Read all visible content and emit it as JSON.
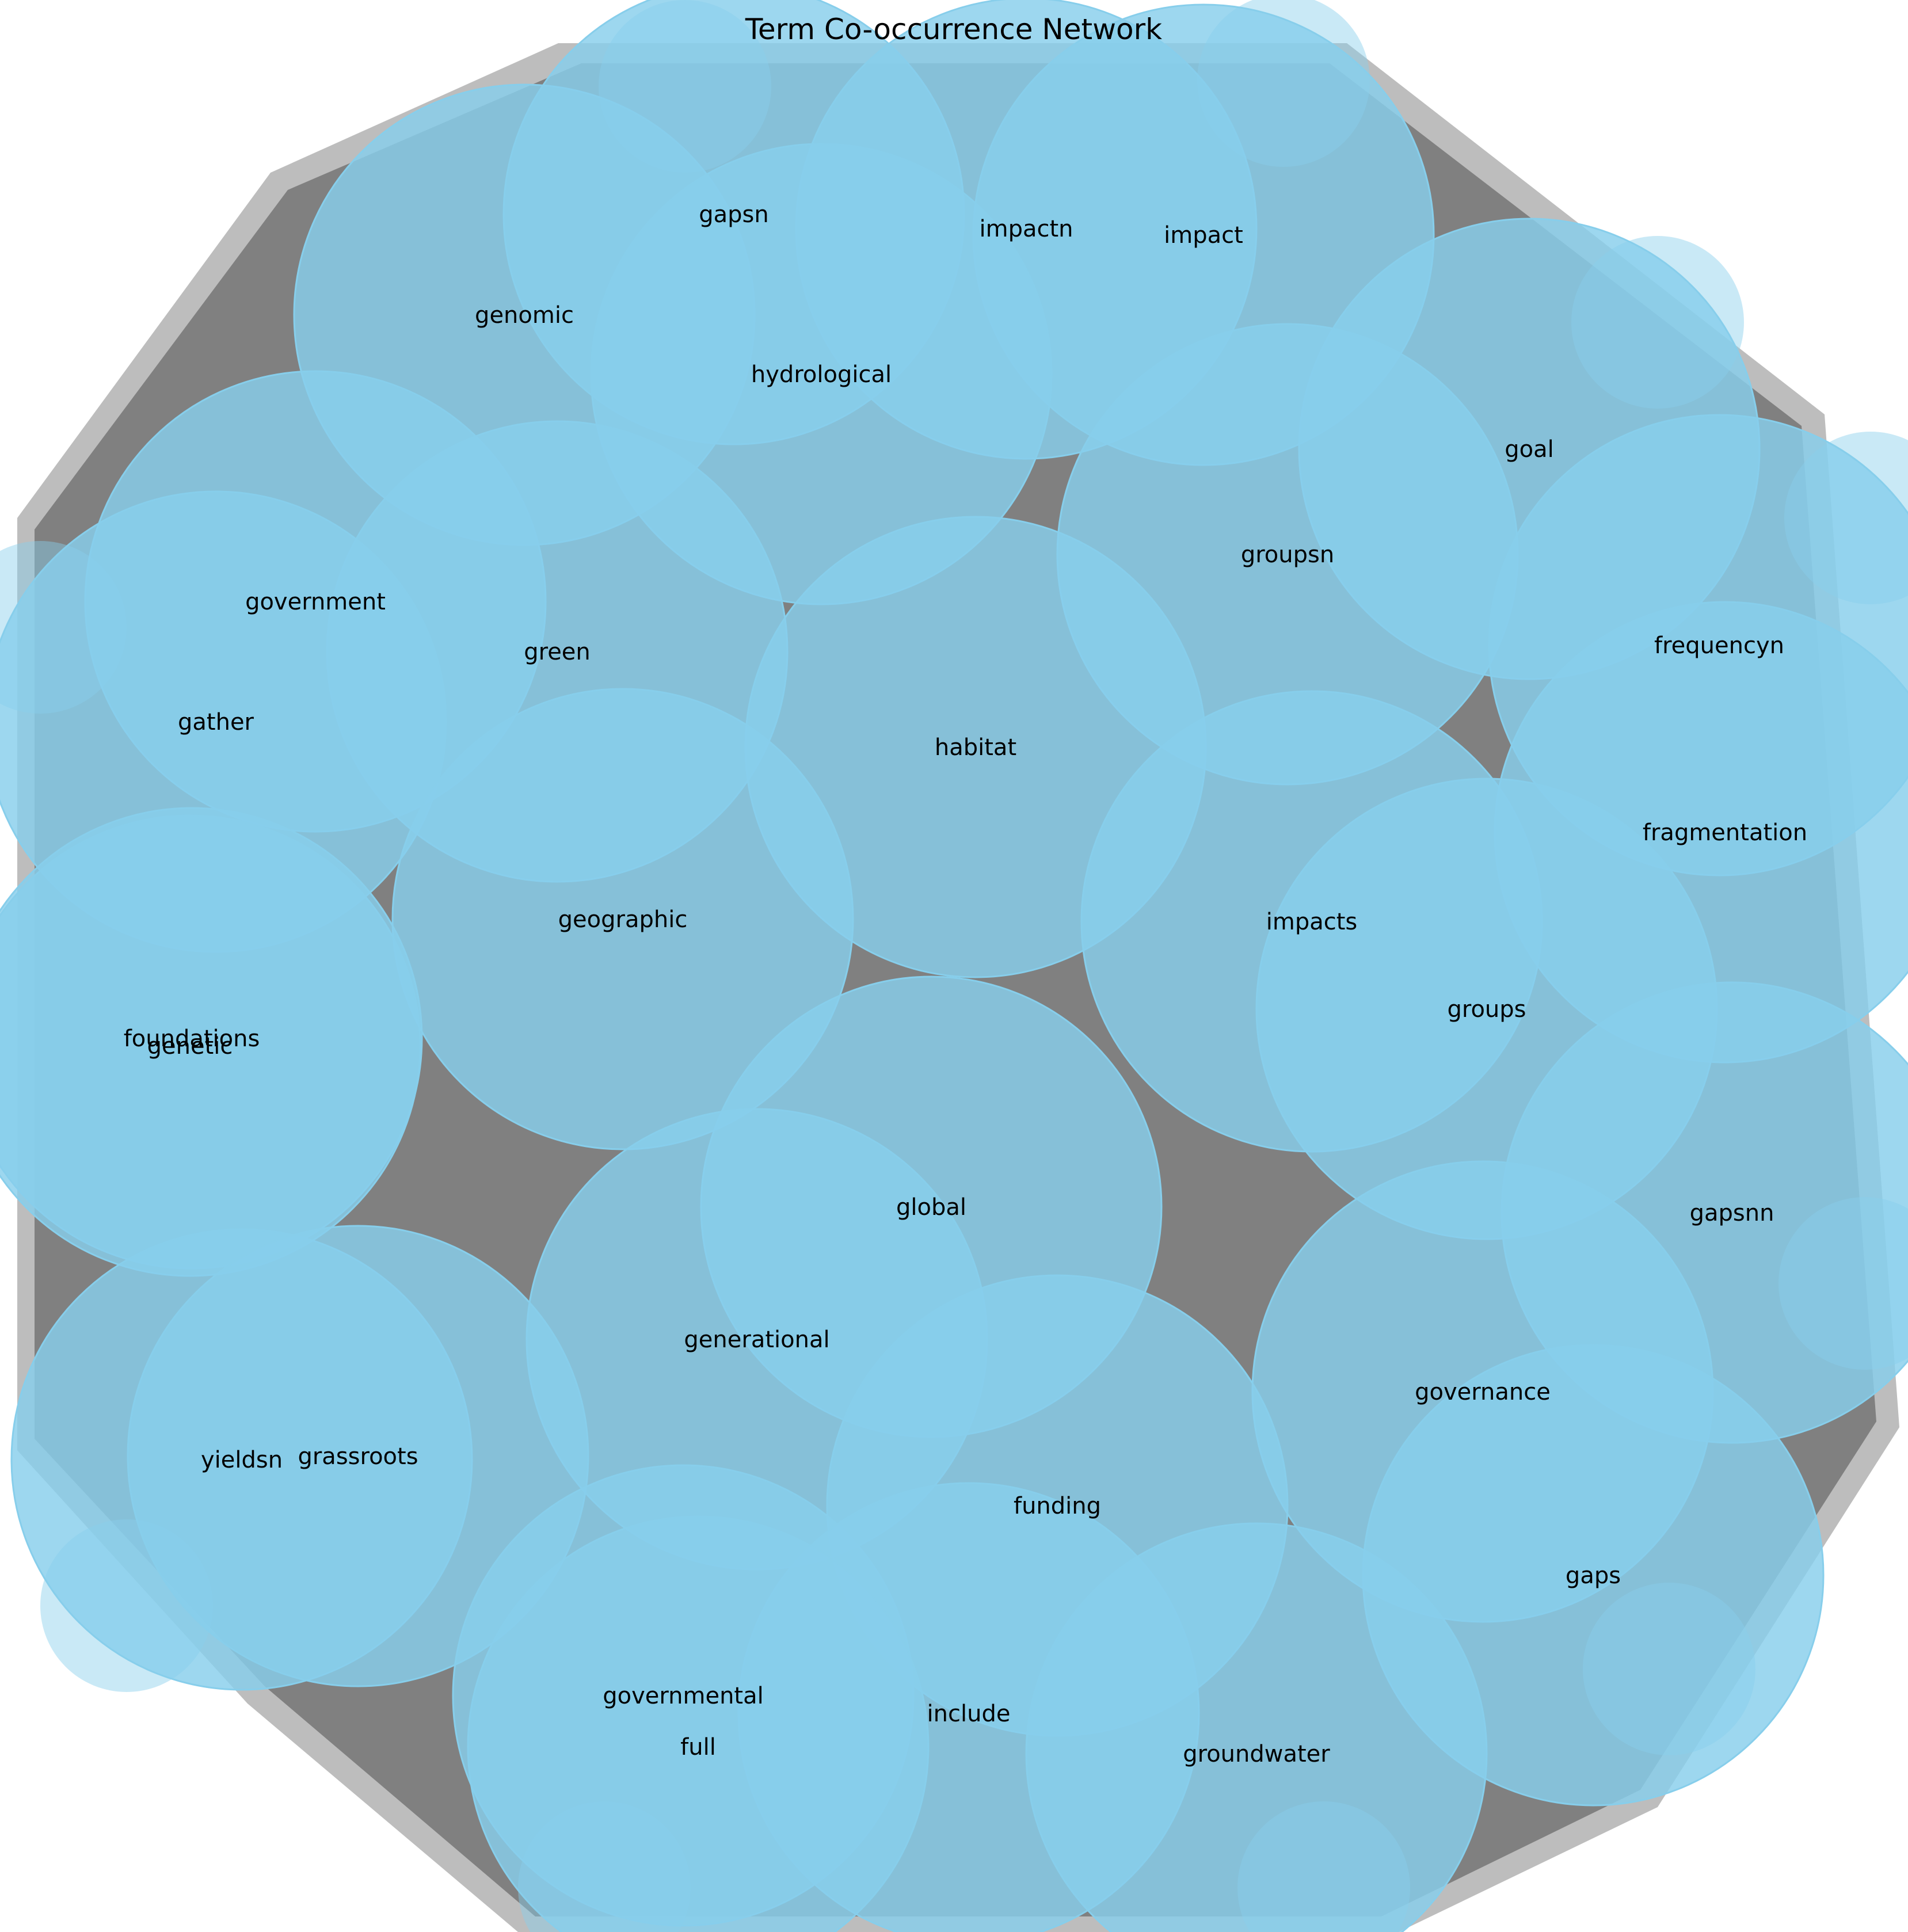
{
  "title": "Term Co-occurrence Network",
  "colors": {
    "background": "#ffffff",
    "edge": "#808080",
    "edge_faint": "#bdbdbd",
    "node_fill": "#87ceeb",
    "node_stroke": "#87ceeb",
    "label": "#000000"
  },
  "nodes": [
    {
      "id": "genomic",
      "label": "genomic"
    },
    {
      "id": "gapsn",
      "label": "gapsn"
    },
    {
      "id": "impactn",
      "label": "impactn"
    },
    {
      "id": "impact",
      "label": "impact"
    },
    {
      "id": "hydrological",
      "label": "hydrological"
    },
    {
      "id": "goal",
      "label": "goal"
    },
    {
      "id": "groupsn",
      "label": "groupsn"
    },
    {
      "id": "government",
      "label": "government"
    },
    {
      "id": "green",
      "label": "green"
    },
    {
      "id": "gather",
      "label": "gather"
    },
    {
      "id": "frequencyn",
      "label": "frequencyn"
    },
    {
      "id": "habitat",
      "label": "habitat"
    },
    {
      "id": "fragmentation",
      "label": "fragmentation"
    },
    {
      "id": "geographic",
      "label": "geographic"
    },
    {
      "id": "impacts",
      "label": "impacts"
    },
    {
      "id": "foundations",
      "label": "foundations"
    },
    {
      "id": "genetic",
      "label": "genetic"
    },
    {
      "id": "groups",
      "label": "groups"
    },
    {
      "id": "global",
      "label": "global"
    },
    {
      "id": "gapsnn",
      "label": "gapsnn"
    },
    {
      "id": "generational",
      "label": "generational"
    },
    {
      "id": "governance",
      "label": "governance"
    },
    {
      "id": "yieldsn",
      "label": "yieldsn"
    },
    {
      "id": "grassroots",
      "label": "grassroots"
    },
    {
      "id": "funding",
      "label": "funding"
    },
    {
      "id": "gaps",
      "label": "gaps"
    },
    {
      "id": "governmental",
      "label": "governmental"
    },
    {
      "id": "include",
      "label": "include"
    },
    {
      "id": "full",
      "label": "full"
    },
    {
      "id": "groundwater",
      "label": "groundwater"
    }
  ]
}
